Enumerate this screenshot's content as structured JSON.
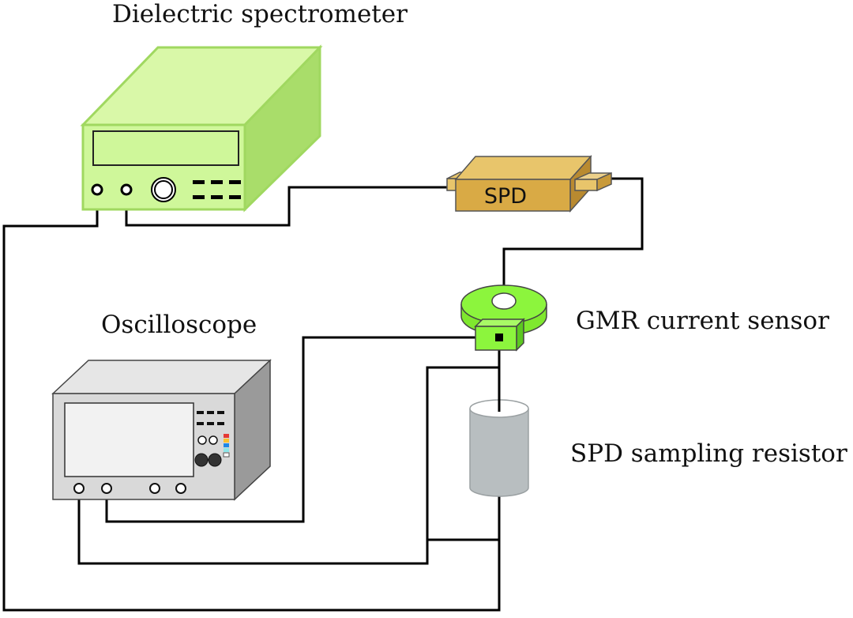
{
  "labels": {
    "spectrometer": "Dielectric spectrometer",
    "spd": "SPD",
    "gmr": "GMR current sensor",
    "oscilloscope": "Oscilloscope",
    "resistor": "SPD sampling resistor"
  },
  "colors": {
    "spectrometer_front": "#cff79a",
    "spectrometer_top": "#d9f8a8",
    "spectrometer_side": "#a9dd6a",
    "spectrometer_outline": "#a0d860",
    "spd_body": "#d9aa45",
    "spd_top": "#e8c56b",
    "sensor_ring": "#8cf53d",
    "oscilloscope_body": "#d9d9d9",
    "oscilloscope_side": "#9a9a9a",
    "resistor_body": "#b8bec0",
    "wire": "#000000"
  },
  "icons": [
    "connector-terminal-icon",
    "knob-icon",
    "button-icon",
    "color-indicator-icon"
  ]
}
